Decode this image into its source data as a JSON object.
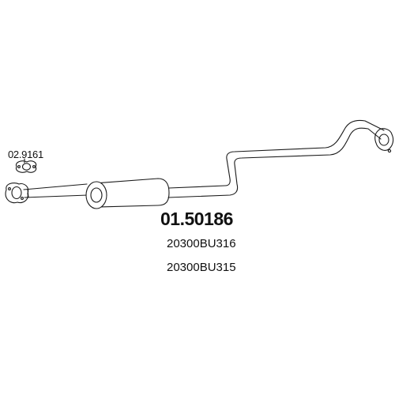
{
  "diagram": {
    "gasket_part_number": "02.9161",
    "part_number": "01.50186",
    "oem_numbers": [
      "20300BU316",
      "20300BU315"
    ]
  },
  "colors": {
    "line": "#1a1a1a",
    "background": "#ffffff"
  },
  "icons": {
    "gasket": "gasket-icon",
    "inlet_flange": "flange-icon",
    "outlet_flange": "flange-icon",
    "muffler": "muffler-icon",
    "pipe": "exhaust-pipe-icon"
  }
}
